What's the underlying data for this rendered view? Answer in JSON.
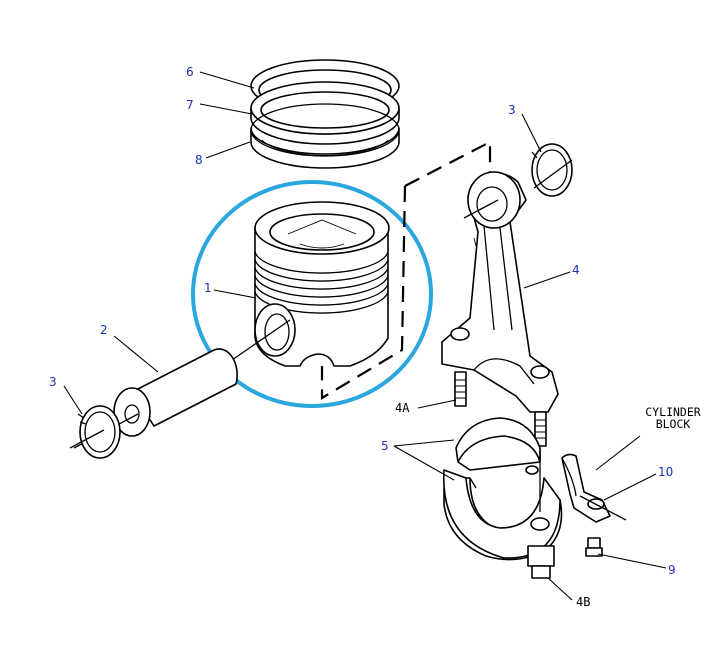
{
  "diagram": {
    "callouts": [
      {
        "id": "c6",
        "text": "6"
      },
      {
        "id": "c7",
        "text": "7"
      },
      {
        "id": "c8",
        "text": "8"
      },
      {
        "id": "c1",
        "text": "1"
      },
      {
        "id": "c2",
        "text": "2"
      },
      {
        "id": "c3a",
        "text": "3"
      },
      {
        "id": "c3b",
        "text": "3"
      },
      {
        "id": "c4",
        "text": "4"
      },
      {
        "id": "c4a",
        "text": "4A"
      },
      {
        "id": "c5",
        "text": "5"
      },
      {
        "id": "c4b",
        "text": "4B"
      },
      {
        "id": "c10",
        "text": "10"
      },
      {
        "id": "c9",
        "text": "9"
      }
    ],
    "cylinder_block_label": [
      "CYLINDER",
      "BLOCK"
    ],
    "highlight_color": "#2aa7dc",
    "callout_color": "#1b2fb8"
  }
}
